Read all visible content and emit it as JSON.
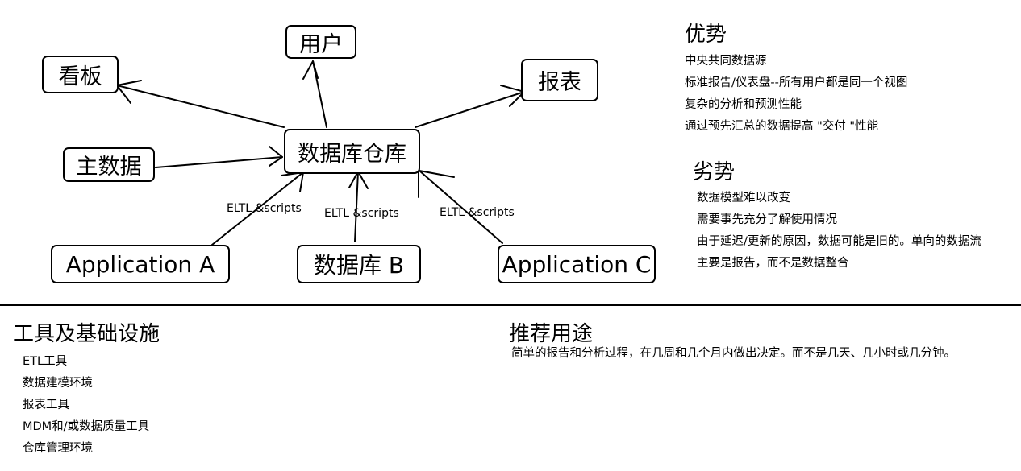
{
  "diagram": {
    "center": "数据库仓库",
    "outputs": {
      "dashboard": "看板",
      "users": "用户",
      "reports": "报表"
    },
    "master_data": "主数据",
    "sources": {
      "app_a": "Application A",
      "db_b": "数据库 B",
      "app_c": "Application C"
    },
    "edge_labels": {
      "a": "ELTL &scripts",
      "b": "ELTL &scripts",
      "c": "ELTL &scripts"
    }
  },
  "advantages": {
    "title": "优势",
    "items": [
      "中央共同数据源",
      "标准报告/仪表盘--所有用户都是同一个视图",
      "复杂的分析和预测性能",
      "通过预先汇总的数据提高 \"交付 \"性能"
    ]
  },
  "disadvantages": {
    "title": "劣势",
    "items": [
      "数据模型难以改变",
      "需要事先充分了解使用情况",
      "由于延迟/更新的原因，数据可能是旧的。单向的数据流",
      "主要是报告，而不是数据整合"
    ]
  },
  "tools": {
    "title": "工具及基础设施",
    "items": [
      "ETL工具",
      "数据建模环境",
      "报表工具",
      "MDM和/或数据质量工具",
      "仓库管理环境"
    ]
  },
  "usage": {
    "title": "推荐用途",
    "text": "简单的报告和分析过程，在几周和几个月内做出决定。而不是几天、几小时或几分钟。"
  }
}
